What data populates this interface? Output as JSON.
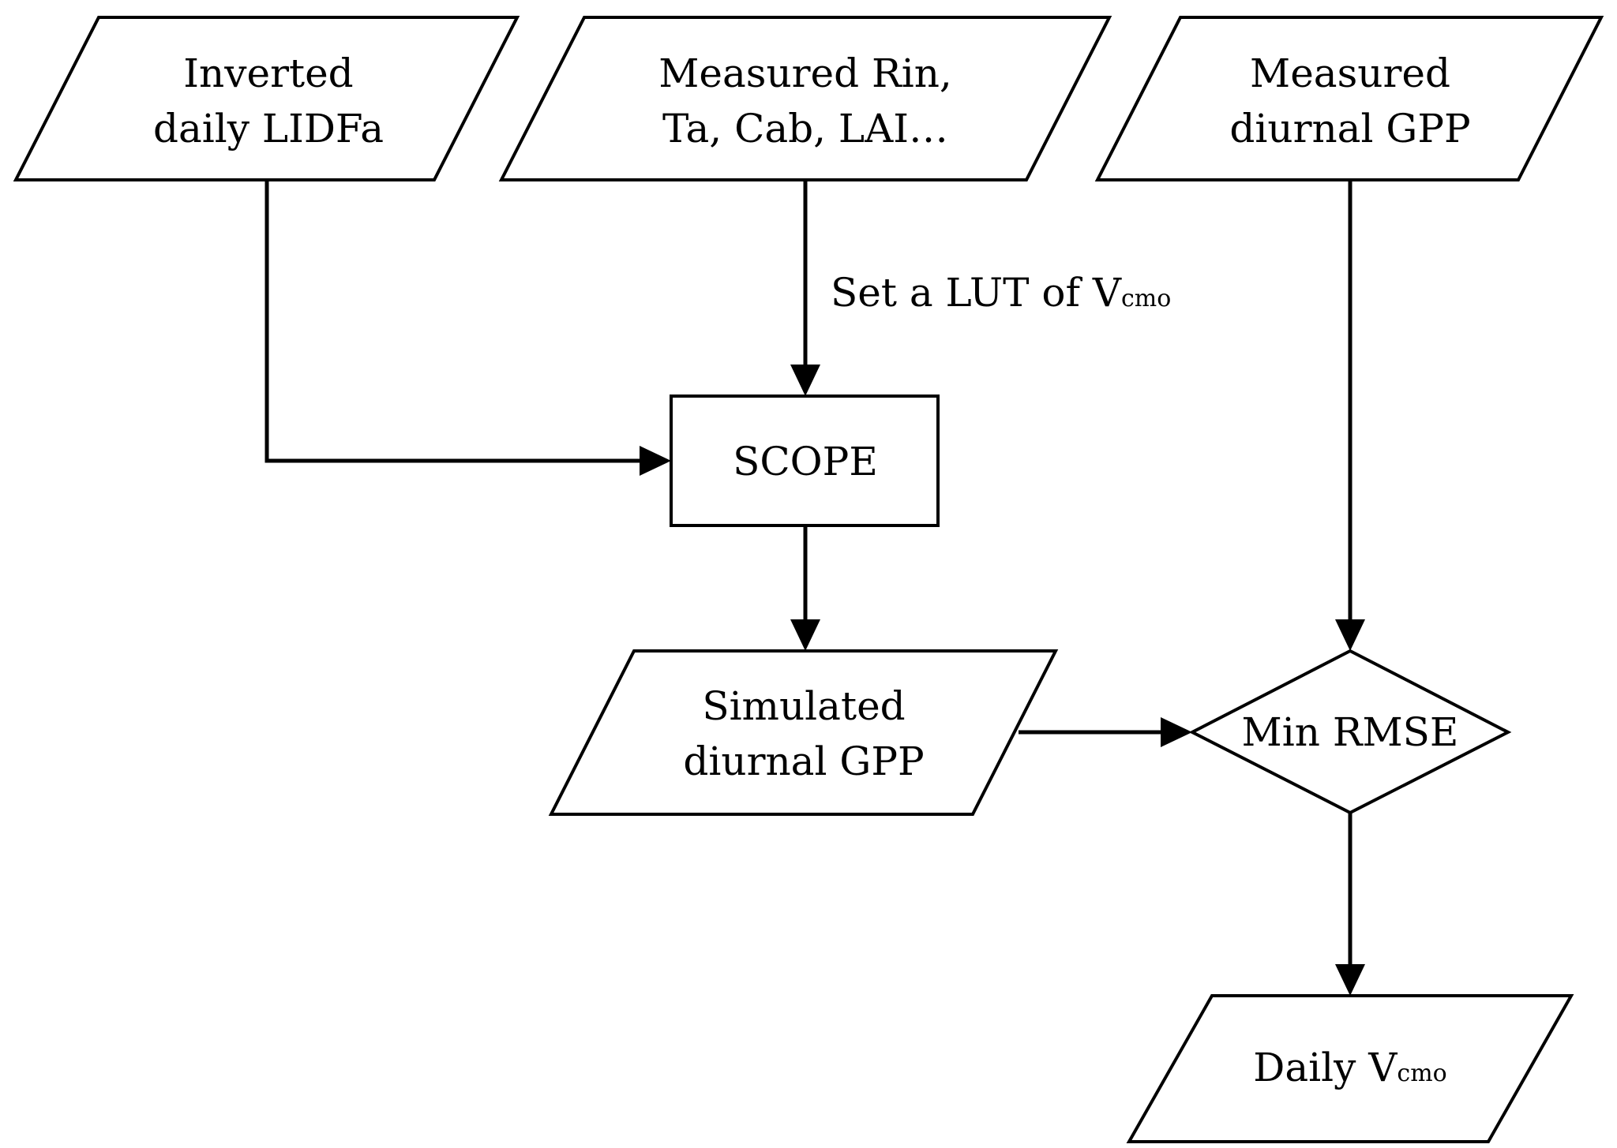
{
  "nodes": {
    "inverted_lidfa": {
      "line1": "Inverted",
      "line2": "daily LIDFa"
    },
    "measured_inputs": {
      "line1": "Measured Rin,",
      "line2": "Ta, Cab, LAI…"
    },
    "measured_gpp": {
      "line1": "Measured",
      "line2": "diurnal GPP"
    },
    "scope": {
      "label": "SCOPE"
    },
    "simulated_gpp": {
      "line1": "Simulated",
      "line2": "diurnal GPP"
    },
    "min_rmse": {
      "label": "Min RMSE"
    },
    "daily_vcmo": {
      "label_main": "Daily V",
      "label_sub": "cmo"
    }
  },
  "edge_labels": {
    "set_lut": {
      "label_main": "Set a LUT of V",
      "label_sub": "cmo"
    }
  },
  "colors": {
    "stroke": "#000000",
    "fill": "#ffffff"
  }
}
